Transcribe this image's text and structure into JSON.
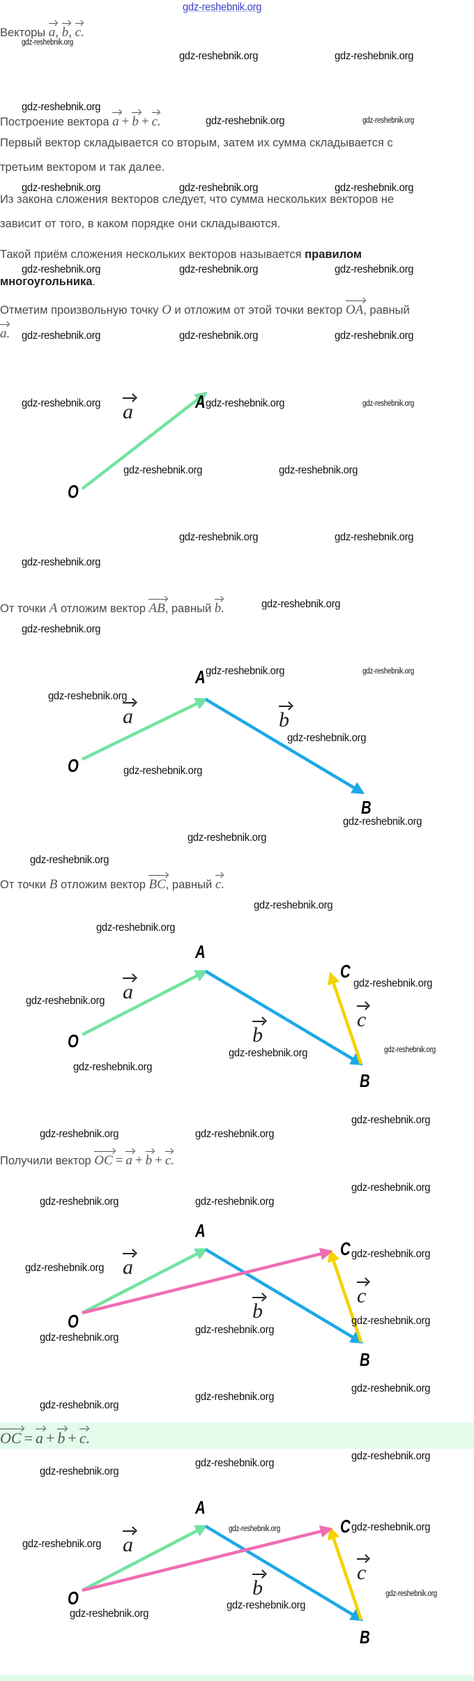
{
  "watermark": {
    "header": "gdz-reshebnik.org",
    "site": "gdz-reshebnik.org"
  },
  "intro": {
    "prefix": "Векторы",
    "a": "a",
    "b": "b",
    "c": "c",
    "sep": ",",
    "end": "."
  },
  "construction": {
    "prefix": "Построение вектора",
    "plus": "+",
    "end": "."
  },
  "paragraph1": {
    "line1": "Первый вектор складывается со вторым, затем их сумма складывается с",
    "line2": "третьим вектором и так далее."
  },
  "paragraph2": {
    "line1": "Из закона сложения векторов следует, что сумма нескольких векторов не",
    "line2": "зависит от того, в каком порядке они складываются."
  },
  "paragraph3": {
    "text": "Такой приём сложения нескольких векторов называется",
    "bold1": "правилом",
    "bold2": "многоугольника",
    "end": "."
  },
  "step1": {
    "text1": "Отметим произвольную точку",
    "O": "O",
    "text2": "и отложим от этой точки вектор",
    "OA": "OA",
    "text3": ", равный",
    "a": "a",
    "end": "."
  },
  "step2": {
    "text1": "От точки",
    "A": "A",
    "text2": "отложим вектор",
    "AB": "AB",
    "text3": ", равный",
    "b": "b",
    "end": "."
  },
  "step3": {
    "text1": "От точки",
    "B": "B",
    "text2": "отложим вектор",
    "BC": "BC",
    "text3": ", равный",
    "c": "c",
    "end": "."
  },
  "result": {
    "text": "Получили вектор",
    "OC": "OC",
    "eq": "=",
    "plus": "+",
    "end": "."
  },
  "highlight": {
    "OC": "OC",
    "eq": "=",
    "plus": "+",
    "end": "."
  },
  "figure": {
    "points": {
      "O": "O",
      "A": "A",
      "B": "B",
      "C": "C"
    },
    "vectors": {
      "a": "a",
      "b": "b",
      "c": "c"
    },
    "colors": {
      "a": "#72e3a1",
      "b": "#1ea8e6",
      "c": "#f3d300",
      "sum": "#f06db3"
    }
  }
}
